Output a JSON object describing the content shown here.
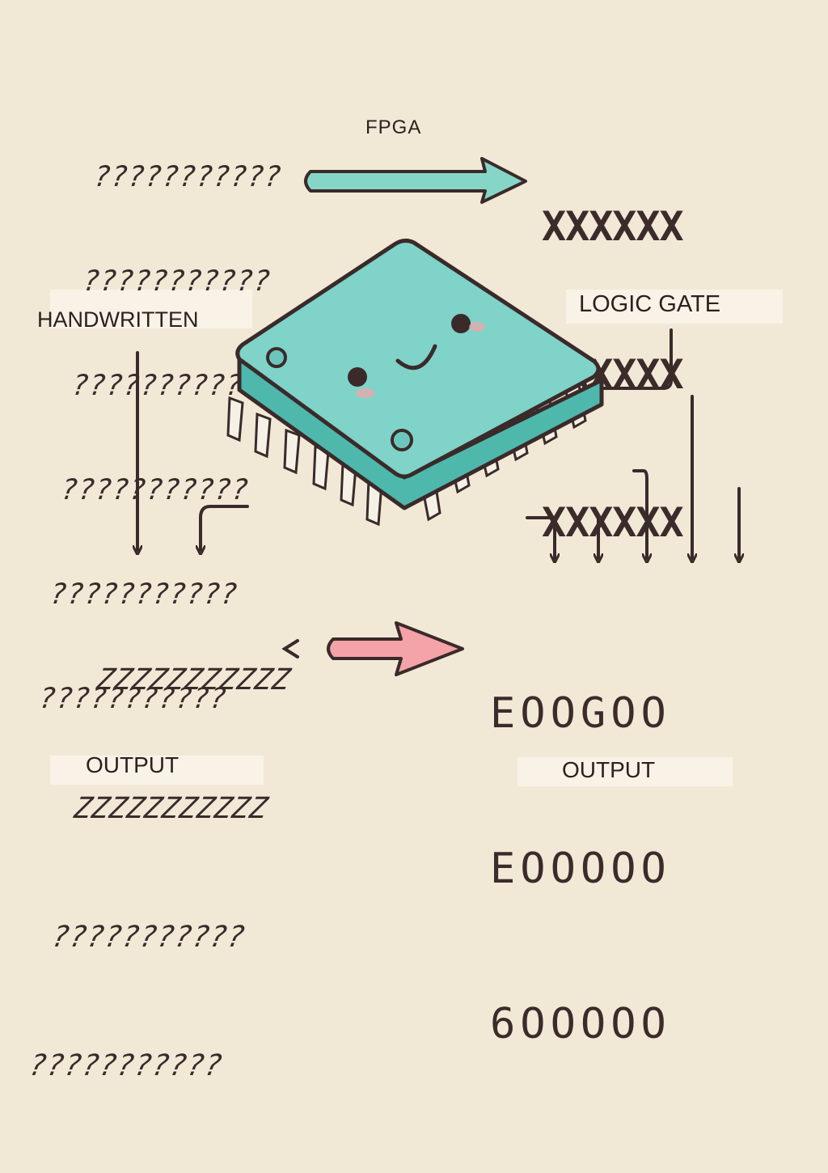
{
  "labels": {
    "fpga": "FPGA",
    "handwritten": "HANDWRITTEN",
    "logic_gate": "LOGIC GATE",
    "output_left": "OUTPUT",
    "output_right": "OUTPUT"
  },
  "handwritten_rows": [
    "???????????",
    "???????????",
    "???????????",
    "???????????",
    "???????????",
    "???????????"
  ],
  "logic_rows": [
    "XXXXXX",
    "XXXXXX",
    "XXXXXX"
  ],
  "left_output_rows": [
    "ZZZZZZZZZZZ",
    "ZZZZZZZZZZZ",
    "???????????",
    "???????????"
  ],
  "right_output_rows": [
    "EOOGOO",
    "EOOOOO",
    "6OOOOO"
  ],
  "colors": {
    "background": "#f1e9d6",
    "chip_top": "#7fd3c8",
    "chip_side": "#4fb8ad",
    "arrow_teal": "#86d6c8",
    "arrow_pink": "#f4a3a8",
    "ink": "#3a2a2a"
  },
  "icons": {
    "chip": "smiling-fpga-chip-icon",
    "teal_arrow": "arrow-right-icon",
    "pink_arrow": "arrow-right-icon"
  }
}
